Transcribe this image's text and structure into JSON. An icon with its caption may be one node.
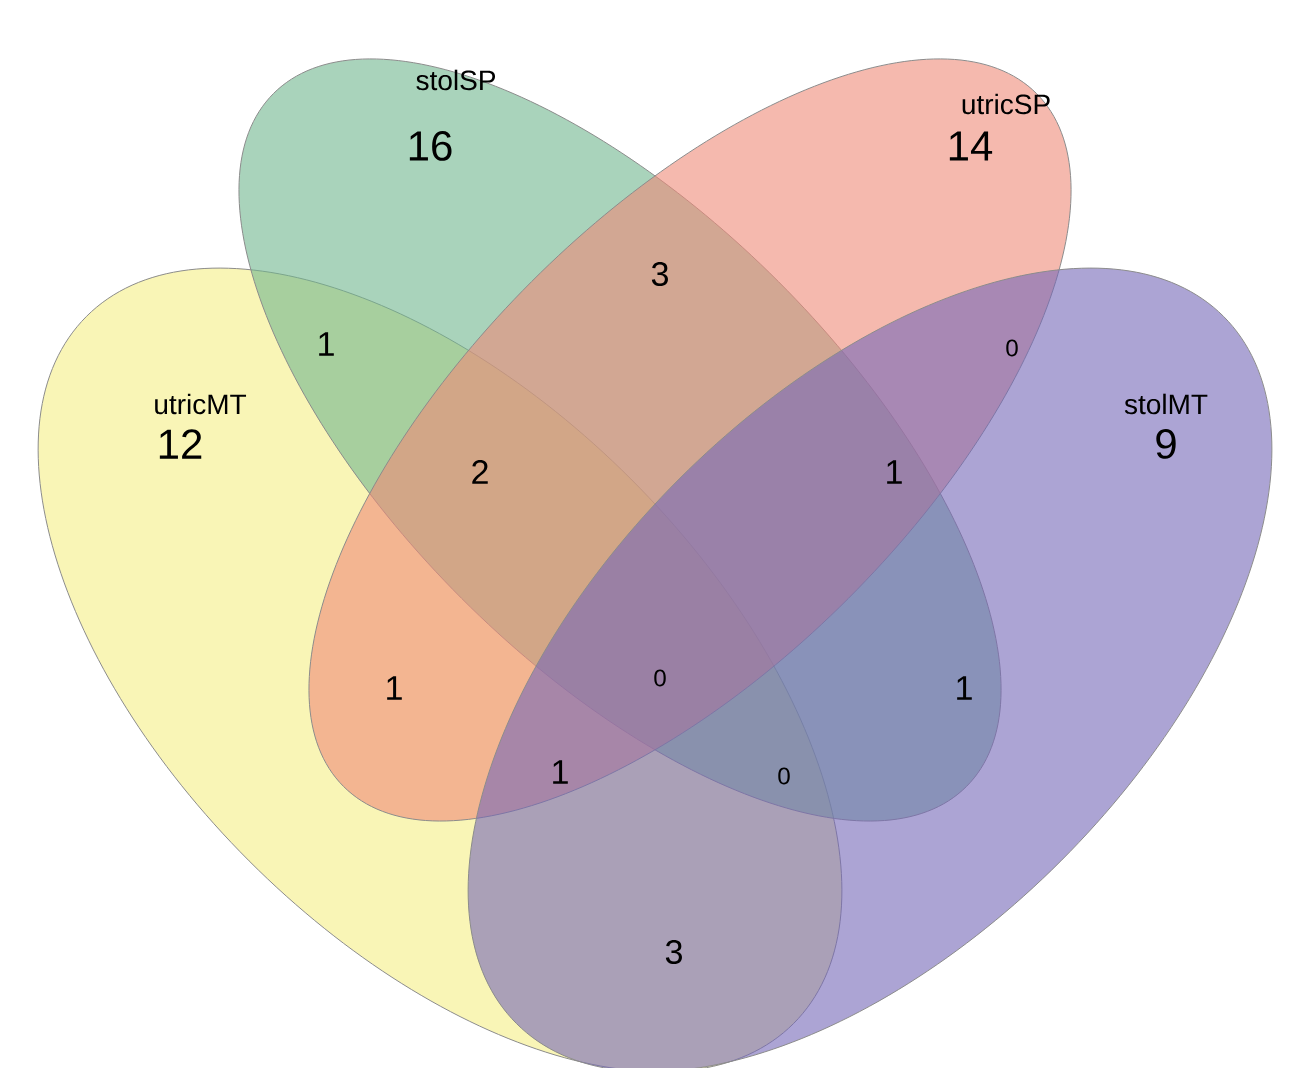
{
  "diagram": {
    "nodes": [
      {
        "text": [
          "stolSP",
          "16"
        ]
      },
      {
        "text": [
          "utricSP",
          "14"
        ]
      },
      {
        "text": [
          "utricMT",
          "12"
        ]
      },
      {
        "text": [
          "stolMT",
          "9"
        ]
      }
    ],
    "labels": [
      "3",
      "1",
      "0",
      "2",
      "1",
      "1",
      "0",
      "1",
      "1",
      "0",
      "3"
    ]
  }
}
